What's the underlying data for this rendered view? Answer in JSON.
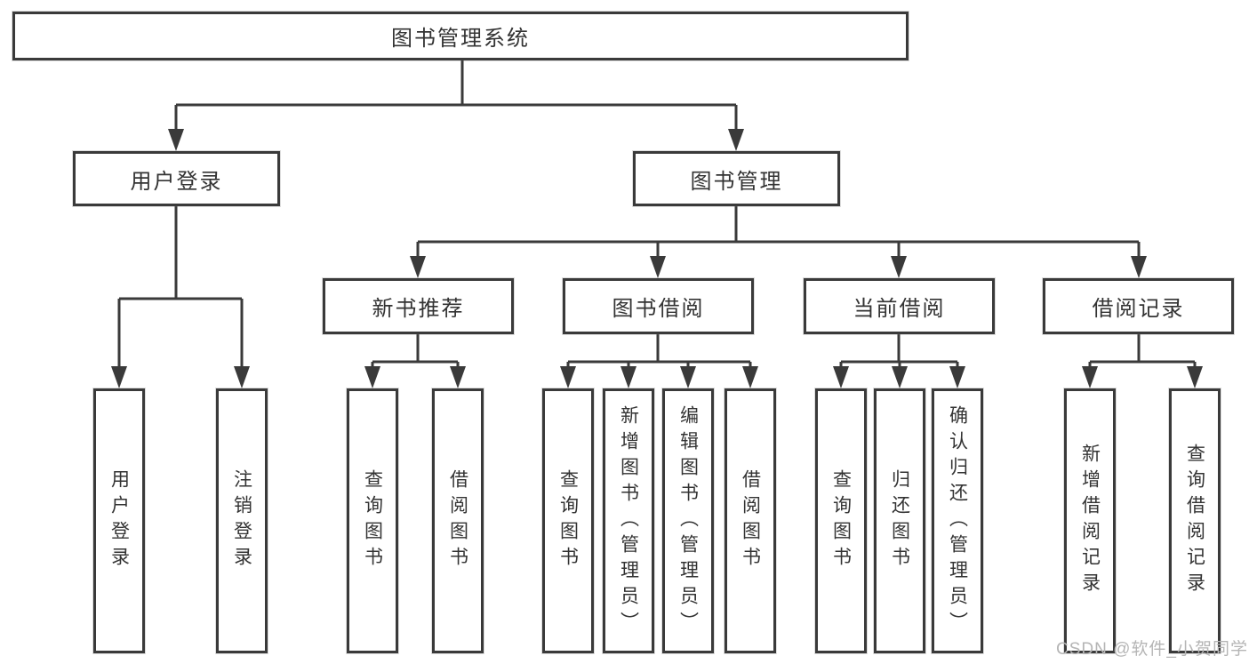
{
  "title": "图书管理系统",
  "watermark": "CSDN @软件_小贺同学",
  "colors": {
    "line": "#3a3a3a",
    "text": "#333333",
    "watermark": "#b5b5b5",
    "background": "#ffffff"
  },
  "level2": [
    {
      "label": "用户登录"
    },
    {
      "label": "图书管理"
    }
  ],
  "level3": [
    {
      "label": "新书推荐"
    },
    {
      "label": "图书借阅"
    },
    {
      "label": "当前借阅"
    },
    {
      "label": "借阅记录"
    }
  ],
  "leaves": {
    "user_login": [
      "用户登录",
      "注销登录"
    ],
    "new_book": [
      "查询图书",
      "借阅图书"
    ],
    "book_borrow": [
      "查询图书",
      "新增图书（管理员）",
      "编辑图书（管理员）",
      "借阅图书"
    ],
    "current_borrow": [
      "查询图书",
      "归还图书",
      "确认归还（管理员）"
    ],
    "borrow_record": [
      "新增借阅记录",
      "查询借阅记录"
    ]
  }
}
